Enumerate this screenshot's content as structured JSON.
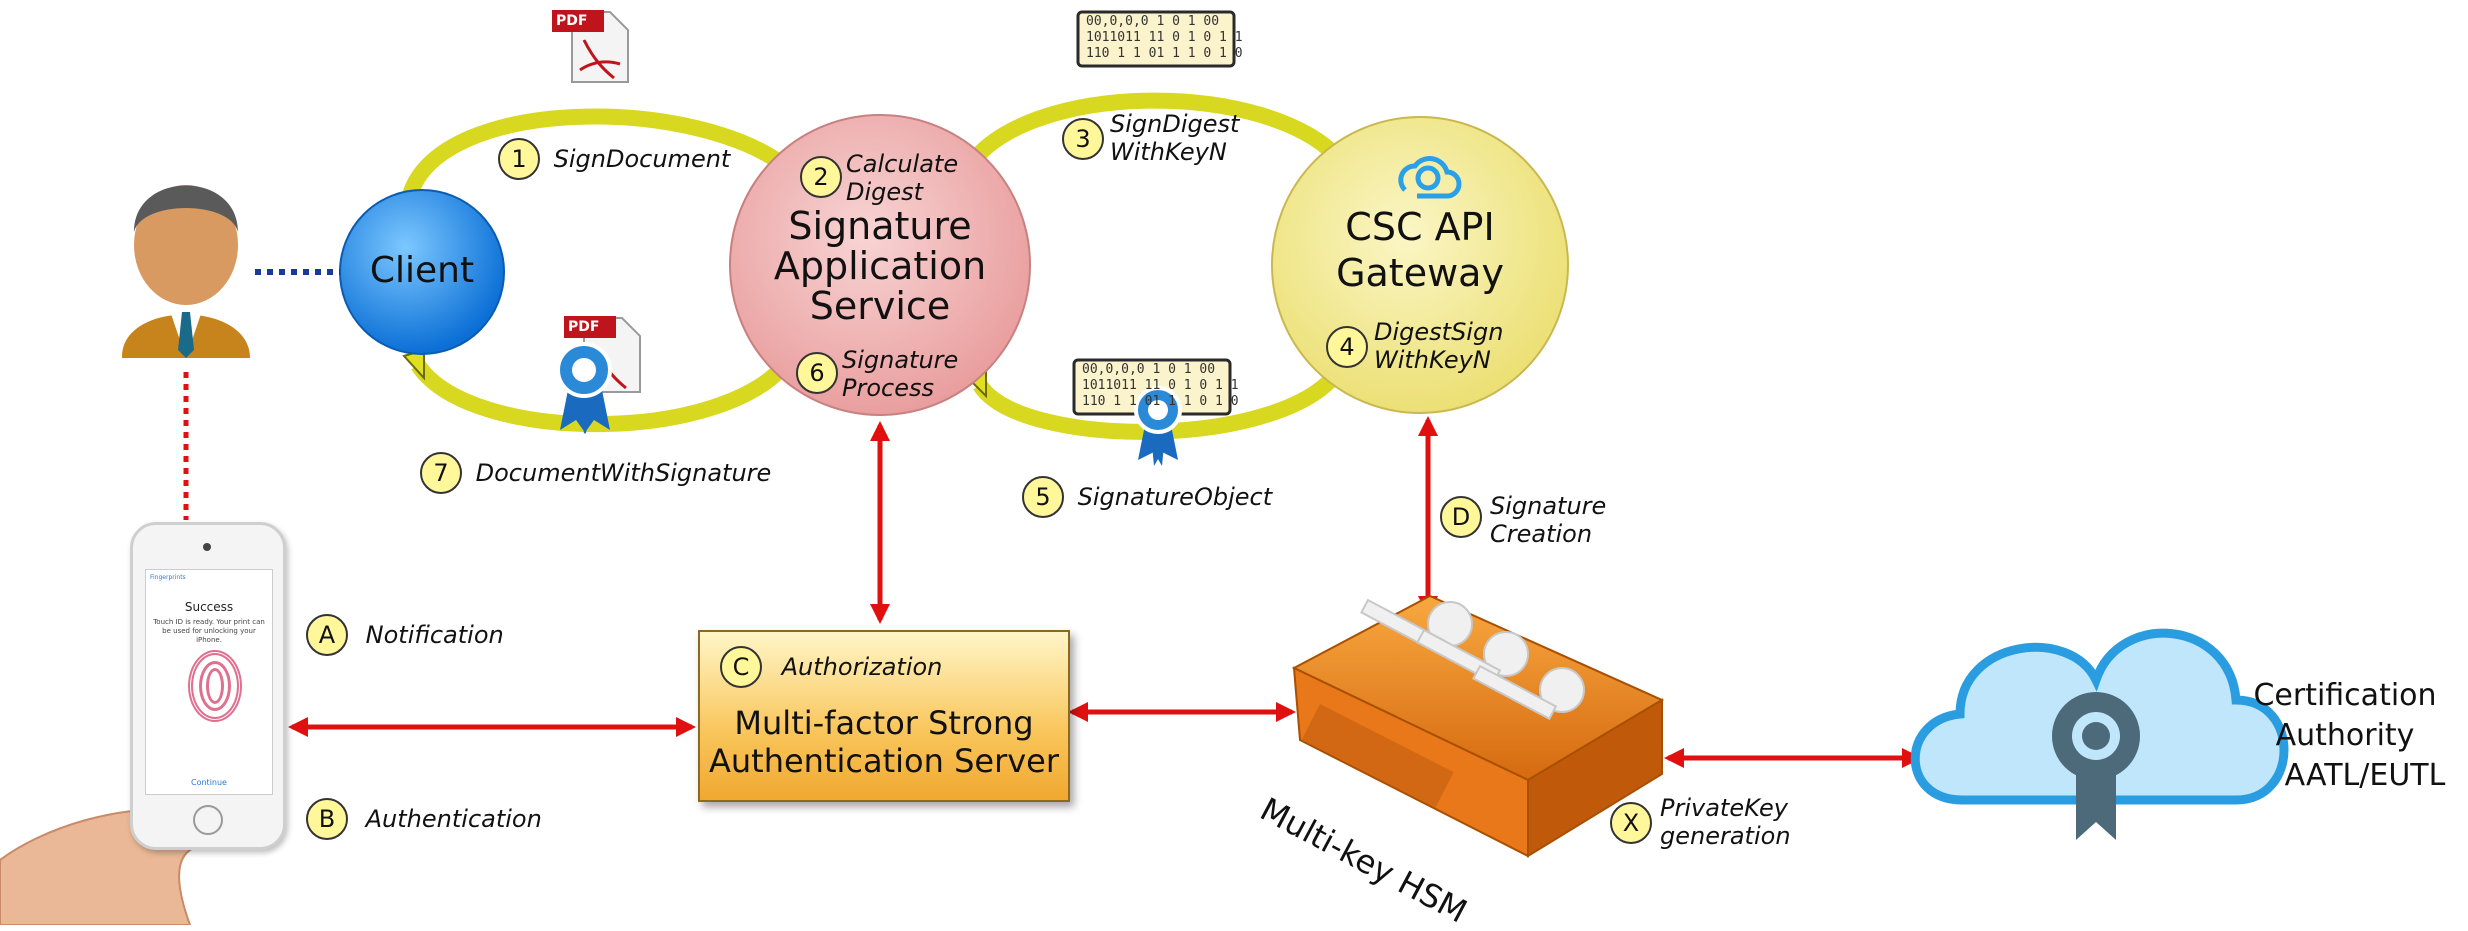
{
  "nodes": {
    "client": "Client",
    "sas_line1": "Signature",
    "sas_line2": "Application",
    "sas_line3": "Service",
    "csc_line1": "CSC API",
    "csc_line2": "Gateway",
    "auth_server_line1": "Multi-factor Strong",
    "auth_server_line2": "Authentication Server",
    "hsm": "Multi-key HSM",
    "ca_line1": "Certification",
    "ca_line2": "Authority",
    "ca_line3": "AATL/EUTL"
  },
  "steps": [
    {
      "badge": "1",
      "line1": "SignDocument",
      "line2": ""
    },
    {
      "badge": "2",
      "line1": "Calculate",
      "line2": "Digest"
    },
    {
      "badge": "3",
      "line1": "SignDigest",
      "line2": "WithKeyN"
    },
    {
      "badge": "4",
      "line1": "DigestSign",
      "line2": "WithKeyN"
    },
    {
      "badge": "5",
      "line1": "SignatureObject",
      "line2": ""
    },
    {
      "badge": "6",
      "line1": "Signature",
      "line2": "Process"
    },
    {
      "badge": "7",
      "line1": "DocumentWithSignature",
      "line2": ""
    }
  ],
  "letters": [
    {
      "badge": "A",
      "line1": "Notification",
      "line2": ""
    },
    {
      "badge": "B",
      "line1": "Authentication",
      "line2": ""
    },
    {
      "badge": "C",
      "line1": "Authorization",
      "line2": ""
    },
    {
      "badge": "D",
      "line1": "Signature",
      "line2": "Creation"
    },
    {
      "badge": "X",
      "line1": "PrivateKey",
      "line2": "generation"
    }
  ],
  "icons": {
    "pdf_label": "PDF",
    "binary_row1": "00,0,0,0 1 0 1 00",
    "binary_row2": "1011011 11 0 1 0 1 1",
    "binary_row3": "110 1 1 01 1 1 0 1 0",
    "names": [
      "person-icon",
      "pdf-icon",
      "binary-digest-icon",
      "cloud-icon",
      "ribbon-icon",
      "key-icon",
      "hand-icon",
      "phone-icon"
    ]
  },
  "phone": {
    "back": "Fingerprints",
    "title": "Success",
    "text": "Touch ID is ready. Your print can be used for unlocking your iPhone.",
    "button": "Continue"
  },
  "colors": {
    "client_blue": "#1a88e6",
    "sas_pink": "#f0b6b6",
    "csc_yellow": "#f6ee96",
    "arrow_red": "#e01010",
    "flow_yellow": "#dede20",
    "hsm_orange": "#f08a20",
    "cloud_blue": "#bfe6fb"
  }
}
